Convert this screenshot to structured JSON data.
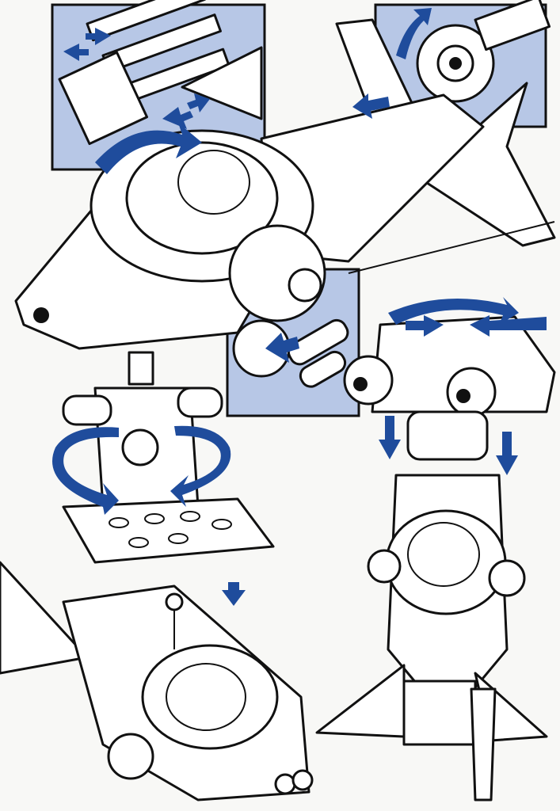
{
  "colors": {
    "paper": "#f8f8f6",
    "inset_fill": "#b7c7e6",
    "arrow": "#1f4c9c",
    "ink": "#111111"
  },
  "panels": [
    {
      "id": "weapons-pod-detail"
    },
    {
      "id": "engine-rotation-detail"
    },
    {
      "id": "cockpit-rotation-detail"
    }
  ]
}
